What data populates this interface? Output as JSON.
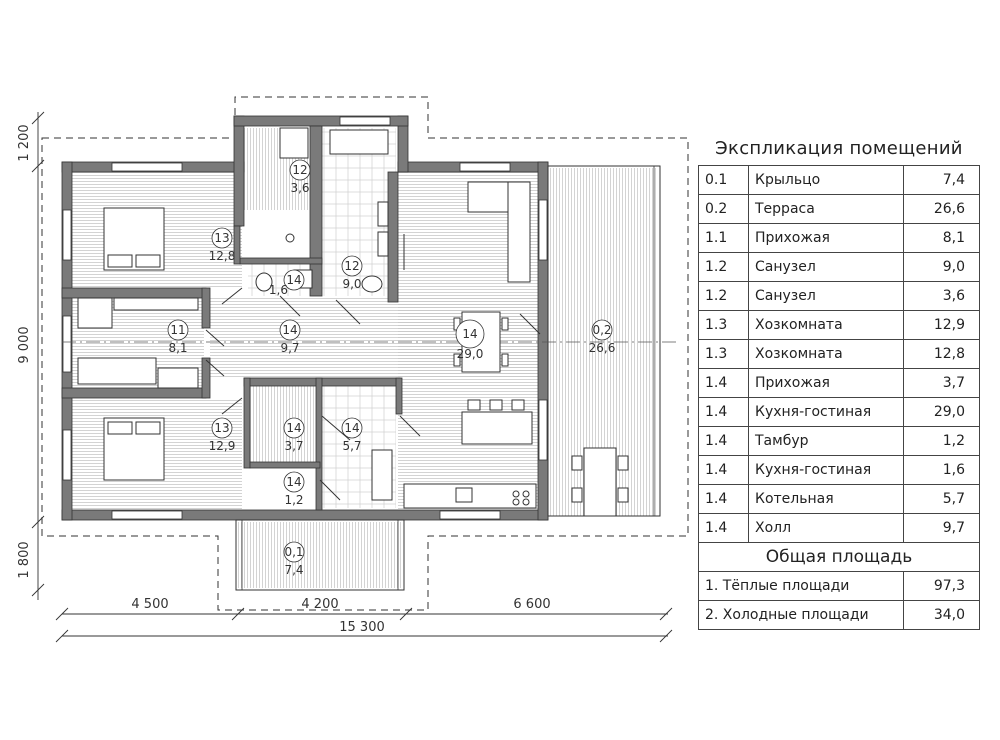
{
  "legend": {
    "title": "Экспликация помещений",
    "rows": [
      {
        "num": "0.1",
        "name": "Крыльцо",
        "area": "7,4"
      },
      {
        "num": "0.2",
        "name": "Терраса",
        "area": "26,6"
      },
      {
        "num": "1.1",
        "name": "Прихожая",
        "area": "8,1"
      },
      {
        "num": "1.2",
        "name": "Санузел",
        "area": "9,0"
      },
      {
        "num": "1.2",
        "name": "Санузел",
        "area": "3,6"
      },
      {
        "num": "1.3",
        "name": "Хозкомната",
        "area": "12,9"
      },
      {
        "num": "1.3",
        "name": "Хозкомната",
        "area": "12,8"
      },
      {
        "num": "1.4",
        "name": "Прихожая",
        "area": "3,7"
      },
      {
        "num": "1.4",
        "name": "Кухня-гостиная",
        "area": "29,0"
      },
      {
        "num": "1.4",
        "name": "Тамбур",
        "area": "1,2"
      },
      {
        "num": "1.4",
        "name": "Кухня-гостиная",
        "area": "1,6"
      },
      {
        "num": "1.4",
        "name": "Котельная",
        "area": "5,7"
      },
      {
        "num": "1.4",
        "name": "Холл",
        "area": "9,7"
      }
    ],
    "total_title": "Общая площадь",
    "totals": [
      {
        "name": "1. Тёплые площади",
        "area": "97,3"
      },
      {
        "name": "2. Холодные площади",
        "area": "34,0"
      }
    ]
  },
  "plan": {
    "rooms": [
      {
        "id": "12",
        "area": "3,6"
      },
      {
        "id": "13",
        "area": "12,8"
      },
      {
        "id": "14",
        "area": "1,6"
      },
      {
        "id": "12",
        "area": "9,0"
      },
      {
        "id": "11",
        "area": "8,1"
      },
      {
        "id": "14",
        "area": "9,7"
      },
      {
        "id": "14",
        "area": "29,0"
      },
      {
        "id": "0,2",
        "area": "26,6"
      },
      {
        "id": "13",
        "area": "12,9"
      },
      {
        "id": "14",
        "area": "3,7"
      },
      {
        "id": "14",
        "area": "5,7"
      },
      {
        "id": "14",
        "area": "1,2"
      },
      {
        "id": "0,1",
        "area": "7,4"
      }
    ],
    "dimensions": {
      "left_top": "1 200",
      "left_middle": "9 000",
      "left_bottom": "1 800",
      "bottom_1": "4 500",
      "bottom_2": "4 200",
      "bottom_3": "6 600",
      "bottom_total": "15 300"
    },
    "colors": {
      "wall": "#777777",
      "line": "#333333"
    }
  }
}
